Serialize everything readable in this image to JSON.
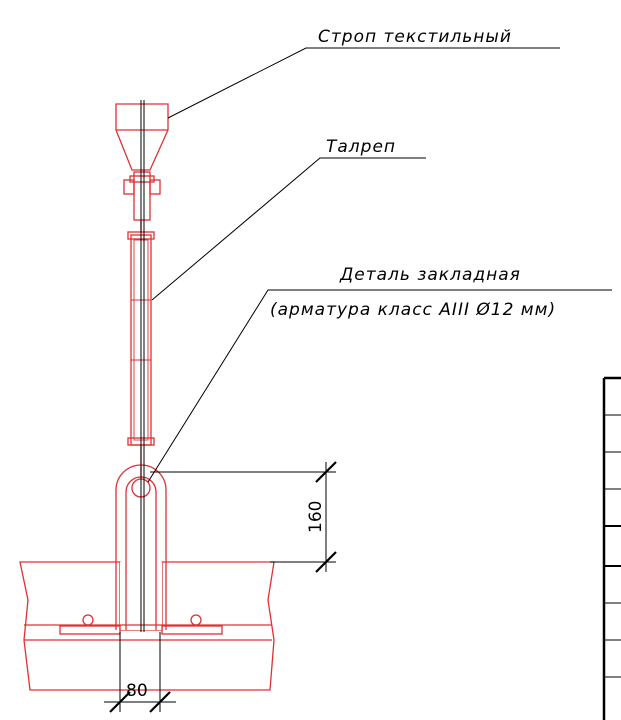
{
  "labels": {
    "sling": "Строп текстильный",
    "turnbuckle": "Талреп",
    "embedded_part": "Деталь закладная",
    "embedded_part_spec": "(арматура класс AIII Ø12 мм)"
  },
  "dimensions": {
    "height": "160",
    "width": "80"
  },
  "colors": {
    "part_outline": "#e03030",
    "hatch": "#e03030",
    "leader": "#000000"
  }
}
